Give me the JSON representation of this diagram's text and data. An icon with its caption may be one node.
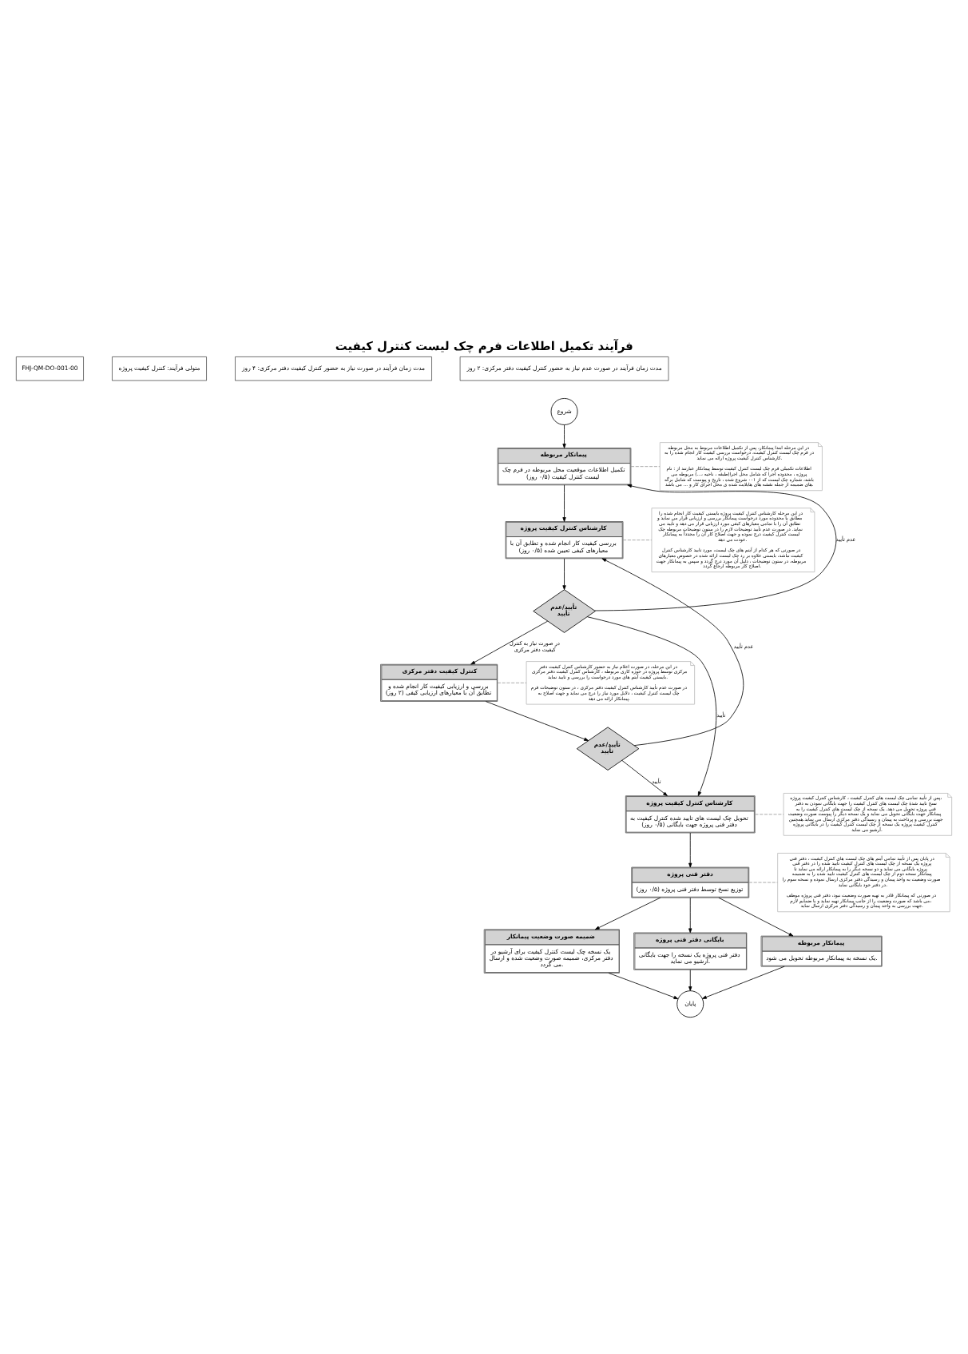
{
  "diagram": {
    "title": "فرآیند تکمیل اطلاعات فرم چک لیست کنترل کیفیت",
    "nodes": [
      {
        "text": [
          "شروع"
        ]
      },
      {
        "text": [
          "پیمانکار مربوطه",
          "تکمیل اطلاعات موقعیت محل مربوطه در فرم چک لیست کنترل کیفیت (۰/۵ روز)"
        ]
      },
      {
        "text": [
          "کارشناس کنترل کیفیت پروژه",
          "بررسی کیفیت کار انجام شده و تطابق آن با معیارهای کیفی تعیین شده (۰/۵ روز)"
        ]
      },
      {
        "text": [
          "تأیید/عدم تأیید"
        ]
      },
      {
        "text": [
          "کنترل کیفیت دفتر مرکزی",
          "بررسی و ارزیابی کیفیت کار انجام شده و تطابق آن با معیارهای ارزیابی کیفی (۲ روز)"
        ]
      },
      {
        "text": [
          "تأیید/عدم تأیید"
        ]
      },
      {
        "text": [
          "کارشناس کنترل کیفیت پروژه",
          "تحویل چک لیست های تایید شده کنترل کیفیت به دفتر فنی پروژه جهت بایگانی (۰/۵ روز)"
        ]
      },
      {
        "text": [
          "دفتر فنی پروژه",
          "توزیع نسخ توسط دفتر فنی پروژه (۰/۵ روز)"
        ]
      },
      {
        "text": [
          "ضمیمه صورت وضعیت پیمانکار",
          "یک نسخه چک لیست کنترل کیفیت برای آرشیو در دفتر مرکزی، ضمیمه صورت وضعیت شده و ارسال می گردد."
        ]
      },
      {
        "text": [
          "بایگانی دفتر فنی پروژه",
          "دفتر فنی پروژه یک نسخه را جهت بایگانی آرشیو می نماید."
        ]
      },
      {
        "text": [
          "پیمانکار مربوطه",
          "یک نسخه به پیمانکار مربوطه تحویل می شود."
        ]
      },
      {
        "text": [
          "پایان"
        ]
      },
      {
        "text": [
          "در این مرحله ابتدا پیمانکار، پس از تکمیل اطلاعات مربوط به محل مربوطه در فرم چک لیست کنترل کیفیت، درخواست بررسی کیفیت کار انجام شده را به کارشناس کنترل کیفیت پروژه ارائه می نماید.",
          "اطلاعات تکمیلی فرم چک لیست کنترل کیفیت توسط پیمانکار عبارتند از : نام پروژه ، محدوده اجرا که شامل محل اجرا(طبقه ، ناحیه ،...) مربوطه می باشد، شماره چک لیست که از ۰۰۱ شروع شده ، تاریخ و پیوست که شامل برگه های ضمیمه از جمله نقشه های هایلایت شده ی محل اجرای کار و ... می باشد."
        ]
      },
      {
        "text": [
          "در این مرحله کارشناس کنترل کیفیت پروژه بایستی کیفیت کار انجام شده را مطابق با محدوده مورد درخواست پیمانکار بررسی و ارزیابی قرار می نماید و تطابق آن را با تمامی معیارهای کیفی مورد ارزیابی قرار می دهد و تأیید می نماید. در صورت عدم تأیید توضیحات لازم را در ستون توضیحات مربوطه چک لیست کنترل کیفیت درج نموده و جهت اصلاح کار آن را مجدداً به پیمانکار عودت می دهد.",
          "در صورتی که هر کدام از آیتم های چک لیست، مورد تایید کارشناس کنترل کیفیت نباشد، بایستی علاوه بر رد چک لیست ارائه شده در خصوص معیارهای مربوطه، در ستون توضیحات ، دلیل آن مورد درج گردد و سپس به پیمانکار جهت اصلاح کار مربوطه ارجاع گردد."
        ]
      },
      {
        "text": [
          "در این مرحله، در صورت اعلام نیاز به حضور کارشناس کنترل کیفیت دفتر مرکزی توسط پروژه در حوزه کاری مربوطه ، کارشناس کنترل کیفیت دفتر مرکزی بایستی کیفیت آیتم های مورد درخواست را بررسی و تایید نماید.",
          "در صورت عدم تأیید کارشناس کنترل کیفیت دفتر مرکزی ، در ستون توضیحات فرم چک لیست کنترل کیفیت ، دلایل مورد نیاز را درج می نماید و جهت اصلاح به پیمانکار ارائه می دهد."
        ]
      },
      {
        "text": [
          "پس از تأیید تمامی چک لیست های کنترل کیفیت ، کارشناس کنترل کیفیت پروژه، نسخ تایید شدهٔ چک لیست های کنترل کیفیت را جهت بایگانی نمودن به دفتر فنی پروژه تحویل می دهد. یک نسخه از چک لیست های کنترل کیفیت را به پیمانکار جهت بایگانی تحویل می نماید و یک نسخه دیگر را پیوست صورت وضعیت جهت بررسی و پرداخت به پیمان و رسیدگی دفتر مرکزی ارسال می نماید.همچنین کنترل کیفیت پروژه یک نسخه از چک لیست کنترل کیفیت را در بایگانی پروژه آرشیو می نماید."
        ]
      },
      {
        "text": [
          "در پایان پس از تأیید تمامی آیتم های چک لیست های کنترل کیفیت ، دفتر فنی پروژه یک نسخه از چک لیست های کنترل کیفیت تایید شده را در دفتر فنی پروژه بایگانی می نماید و دو نسخه دیگر را به پیمانکار ارائه می نماید تا پیمانکار نسخه دوم از چک لیست های کنترل کیفیت تایید شده را به ضمیمه صورت وضعیت به واحد پیمان و رسیدگی دفتر مرکزی ارسال نموده و نسخه سوم را در دفتر خود بایگانی نماید.",
          "در صورتی که پیمانکار قادر به تهیه صورت وضعیت نبود، دفتر فنی پروژه موظف می باشد که صورت وضعیت را از جانب پیمانکار تهیه نماید و با ضمایم لازم، جهت بررسی به واحد پیمان و رسیدگی دفتر مرکزی ارسال نماید."
        ]
      }
    ],
    "edges": [
      {
        "from": 0,
        "to": 1,
        "arrow": "to"
      },
      {
        "from": 1,
        "to": 2,
        "arrow": "to"
      },
      {
        "from": 2,
        "to": 3,
        "arrow": "to"
      },
      {
        "from": 3,
        "to": 1,
        "arrow": "to",
        "label": "عدم تأیید"
      },
      {
        "from": 3,
        "to": 4,
        "arrow": "to",
        "label": "در صورت نیاز به کنترل کیفیت دفتر مرکزی"
      },
      {
        "from": 3,
        "to": 6,
        "arrow": "to",
        "label": "تأیید"
      },
      {
        "from": 4,
        "to": 5,
        "arrow": "to"
      },
      {
        "from": 5,
        "to": 2,
        "arrow": "to",
        "label": "عدم تأیید"
      },
      {
        "from": 5,
        "to": 6,
        "arrow": "to",
        "label": "تأیید"
      },
      {
        "from": 6,
        "to": 7,
        "arrow": "to"
      },
      {
        "from": 7,
        "to": 8,
        "arrow": "to"
      },
      {
        "from": 7,
        "to": 9,
        "arrow": "to"
      },
      {
        "from": 7,
        "to": 10,
        "arrow": "to"
      },
      {
        "from": 8,
        "to": 11,
        "arrow": "to"
      },
      {
        "from": 9,
        "to": 11,
        "arrow": "to"
      },
      {
        "from": 10,
        "to": 11,
        "arrow": "to"
      },
      {
        "from": 1,
        "to": 12,
        "arrow": "none",
        "style": "dashed",
        "color": "#999999"
      },
      {
        "from": 2,
        "to": 13,
        "arrow": "none",
        "style": "dashed",
        "color": "#999999"
      },
      {
        "from": 4,
        "to": 14,
        "arrow": "none",
        "style": "dashed",
        "color": "#999999"
      },
      {
        "from": 6,
        "to": 15,
        "arrow": "none",
        "style": "dashed",
        "color": "#999999"
      },
      {
        "from": 7,
        "to": 16,
        "arrow": "none",
        "style": "dashed",
        "color": "#999999"
      }
    ],
    "labels": [
      "FHJ-QM-DO-001-00",
      "متولی فرآیند: کنترل کیفیت پروژه",
      "مدت زمان فرآیند در صورت نیاز به حضور کنترل کیفیت دفتر مرکزی: ۴ روز",
      "مدت زمان فرآیند در صورت عدم نیاز به حضور کنترل کیفیت دفتر مرکزی: ۲ روز"
    ]
  }
}
